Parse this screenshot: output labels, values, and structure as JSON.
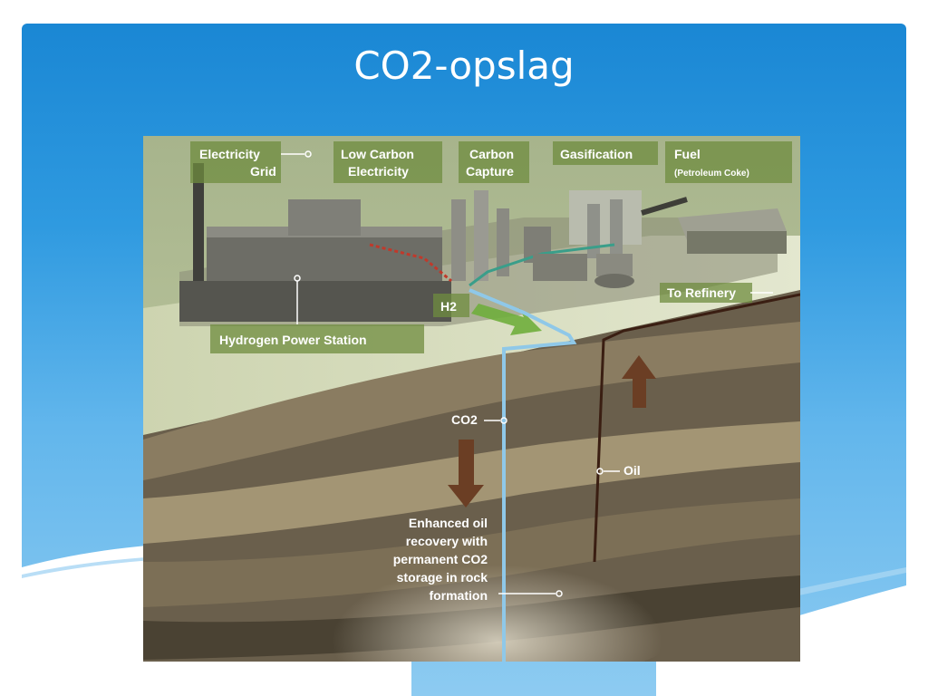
{
  "slide": {
    "title": "CO2-opslag"
  },
  "figure": {
    "surface_labels": {
      "electricity_grid_line1": "Electricity",
      "electricity_grid_line2": "Grid",
      "low_carbon_line1": "Low Carbon",
      "low_carbon_line2": "Electricity",
      "carbon_capture_line1": "Carbon",
      "carbon_capture_line2": "Capture",
      "gasification": "Gasification",
      "fuel": "Fuel",
      "fuel_sub": "(Petroleum Coke)",
      "to_refinery": "To Refinery",
      "h2": "H2",
      "hydrogen_power_station": "Hydrogen Power Station"
    },
    "underground_labels": {
      "co2": "CO2",
      "oil": "Oil",
      "eor_line1": "Enhanced oil",
      "eor_line2": "recovery with",
      "eor_line3": "permanent CO2",
      "eor_line4": "storage in rock",
      "eor_line5": "formation"
    },
    "colors": {
      "co2_pipe": "#8fc8e8",
      "oil_pipe": "#3a1e12",
      "arrow": "#6b3e24",
      "h2_arrow": "#6fae3c",
      "label_box": "#6f8c3f"
    }
  }
}
